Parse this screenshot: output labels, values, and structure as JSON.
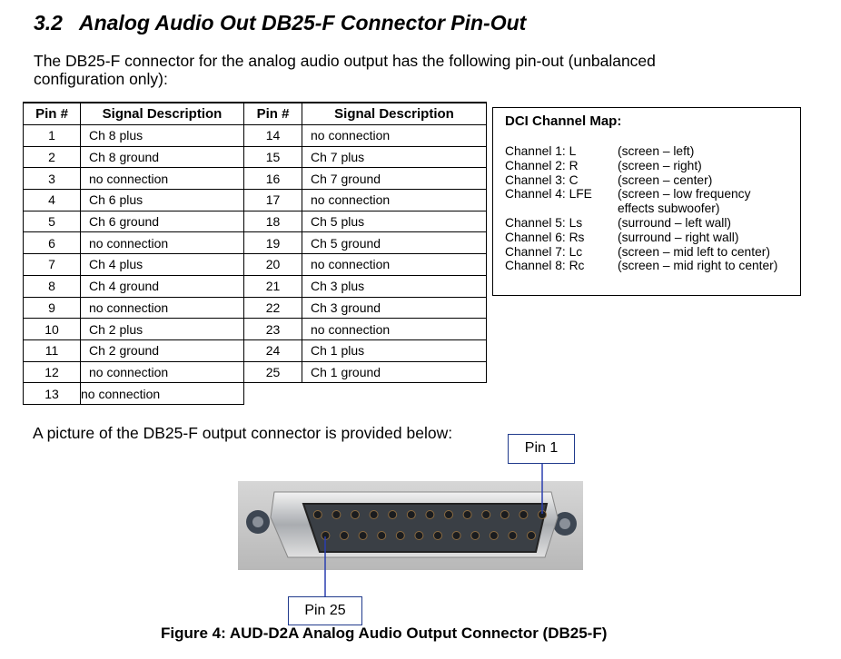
{
  "heading": {
    "number": "3.2",
    "title": "Analog Audio Out DB25-F Connector Pin-Out"
  },
  "intro": "The DB25-F connector for the analog audio output has the following pin-out (unbalanced configuration only):",
  "table": {
    "headers": [
      "Pin #",
      "Signal Description",
      "Pin #",
      "Signal Description"
    ],
    "rows": [
      [
        "1",
        "Ch 8 plus",
        "14",
        "no connection"
      ],
      [
        "2",
        "Ch 8 ground",
        "15",
        "Ch 7 plus"
      ],
      [
        "3",
        "no connection",
        "16",
        "Ch 7 ground"
      ],
      [
        "4",
        "Ch 6 plus",
        "17",
        "no connection"
      ],
      [
        "5",
        "Ch 6 ground",
        "18",
        "Ch 5 plus"
      ],
      [
        "6",
        "no connection",
        "19",
        "Ch 5 ground"
      ],
      [
        "7",
        "Ch 4 plus",
        "20",
        "no connection"
      ],
      [
        "8",
        "Ch 4 ground",
        "21",
        "Ch 3 plus"
      ],
      [
        "9",
        "no connection",
        "22",
        "Ch 3 ground"
      ],
      [
        "10",
        "Ch 2 plus",
        "23",
        "no connection"
      ],
      [
        "11",
        "Ch 2 ground",
        "24",
        "Ch 1 plus"
      ],
      [
        "12",
        "no connection",
        "25",
        "Ch 1 ground"
      ],
      [
        "13",
        "no connection"
      ]
    ]
  },
  "channel_map": {
    "title": "DCI Channel Map:",
    "channels": [
      {
        "name": "Channel 1:  L",
        "desc": "(screen  –  left)"
      },
      {
        "name": "Channel 2:  R",
        "desc": "(screen  –  right)"
      },
      {
        "name": "Channel 3:  C",
        "desc": "(screen  –  center)"
      },
      {
        "name": "Channel 4:  LFE",
        "desc": "(screen  –  low frequency effects subwoofer)"
      },
      {
        "name": "Channel 5:  Ls",
        "desc": "(surround  –  left wall)"
      },
      {
        "name": "Channel 6:  Rs",
        "desc": "(surround  –  right wall)"
      },
      {
        "name": "Channel 7:  Lc",
        "desc": "(screen  –  mid left to center)"
      },
      {
        "name": "Channel 8:  Rc",
        "desc": "(screen  –  mid right to center)"
      }
    ]
  },
  "picture_label": "A picture of the DB25-F output connector is provided below:",
  "callouts": {
    "pin1": "Pin 1",
    "pin25": "Pin 25"
  },
  "caption": "Figure 4: AUD-D2A Analog Audio Output Connector (DB25-F)"
}
